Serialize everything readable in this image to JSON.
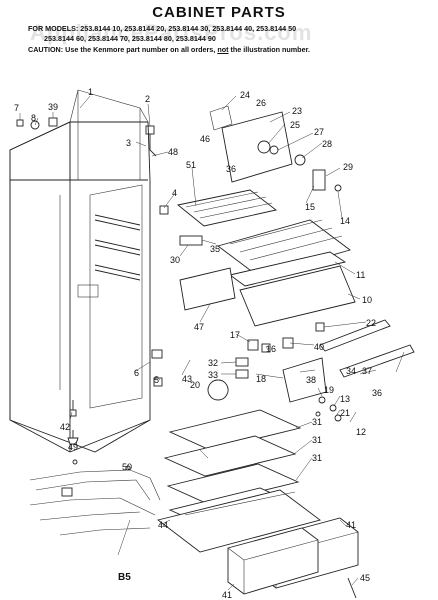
{
  "header": {
    "title": "CABINET PARTS",
    "models_line1": "FOR MODELS: 253.8144 10, 253.8144 20, 253.8144 30, 253.8144 40, 253.8144 50",
    "models_line2": "253.8144 60, 253.8144 70, 253.8144 80, 253.8144 90",
    "caution_prefix": "CAUTION: Use the Kenmore part number on all orders, ",
    "caution_not": "not",
    "caution_suffix": " the illustration number."
  },
  "watermark": "AppliancePartsPros.com",
  "callouts": [
    "7",
    "8",
    "39",
    "1",
    "2",
    "3",
    "48",
    "24",
    "26",
    "46",
    "23",
    "25",
    "27",
    "28",
    "29",
    "15",
    "14",
    "51",
    "4",
    "36",
    "35",
    "30",
    "11",
    "10",
    "47",
    "22",
    "17",
    "16",
    "40",
    "32",
    "33",
    "20",
    "18",
    "6",
    "5",
    "43",
    "38",
    "34",
    "37",
    "36",
    "19",
    "13",
    "21",
    "12",
    "42",
    "49",
    "31",
    "31",
    "31",
    "50",
    "44",
    "41",
    "41",
    "45"
  ],
  "page_number": "B5"
}
